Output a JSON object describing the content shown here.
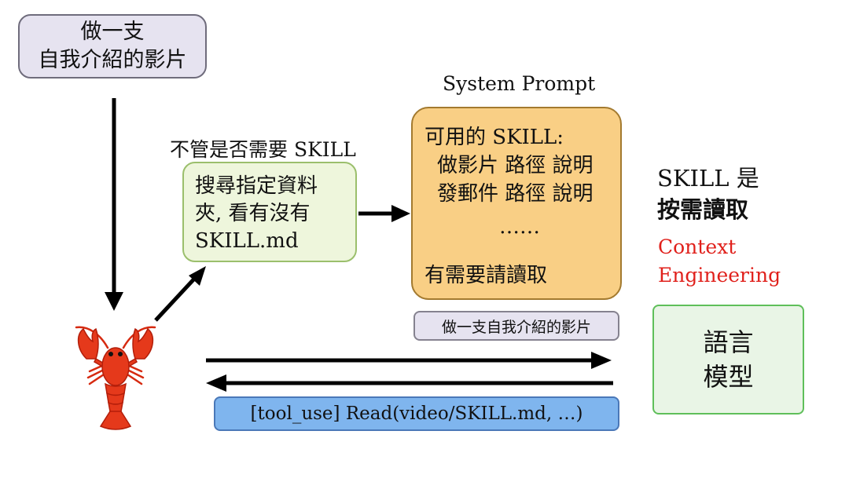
{
  "user_request": {
    "line1": "做一支",
    "line2": "自我介紹的影片"
  },
  "search_caption": "不管是否需要 SKILL",
  "search_box": {
    "line1": "搜尋指定資料",
    "line2": "夾, 看有沒有",
    "line3": "SKILL.md"
  },
  "system_prompt": {
    "title": "System Prompt",
    "line1": "可用的 SKILL:",
    "line2": "做影片 路徑 說明",
    "line3": "發郵件 路徑 說明",
    "ellipsis": "……",
    "footer": "有需要請讀取"
  },
  "request_box": "做一支自我介紹的影片",
  "tool_call": "[tool_use] Read(video/SKILL.md, …)",
  "note": {
    "line1": "SKILL 是",
    "line2": "按需讀取",
    "ctx1": "Context",
    "ctx2": "Engineering"
  },
  "model": {
    "line1": "語言",
    "line2": "模型"
  },
  "colors": {
    "accent_red": "#e0201b",
    "system_fill": "#f9cf85",
    "tool_fill": "#7fb5ee",
    "model_border": "#5fbf5a"
  }
}
